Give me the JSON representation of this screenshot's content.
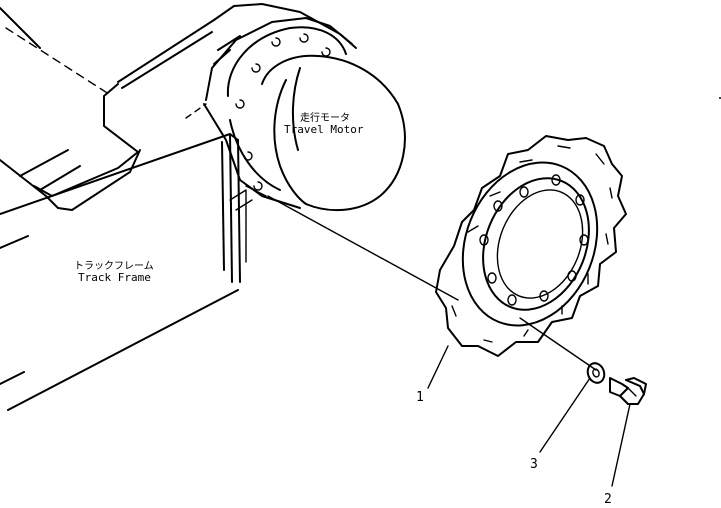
{
  "labels": {
    "motor_jp": "走行モータ",
    "motor_en": "Travel Motor",
    "frame_jp": "トラックフレーム",
    "frame_en": "Track Frame"
  },
  "callouts": {
    "sprocket": "1",
    "bolt": "2",
    "washer": "3"
  }
}
